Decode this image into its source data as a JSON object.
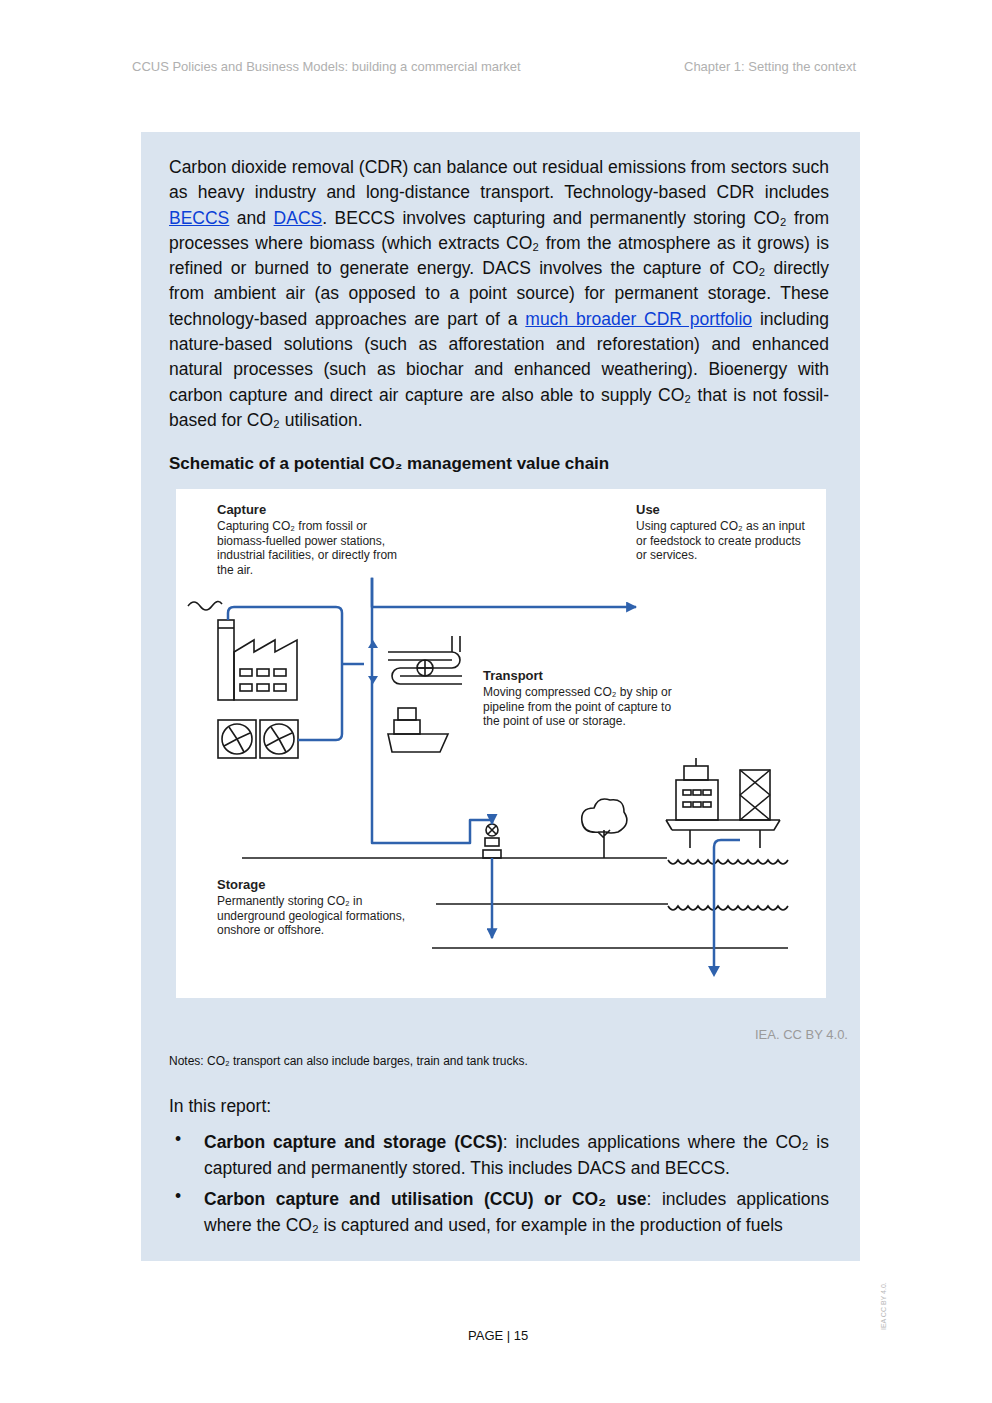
{
  "diagram": {
    "title": "Schematic of a potential CO₂ management value chain",
    "nodes": [
      {
        "text": [
          "Capture",
          "Capturing CO₂ from fossil or biomass-fuelled power stations, industrial facilities, or directly from the air."
        ]
      },
      {
        "text": [
          "Use",
          "Using captured CO₂ as an input or feedstock to create products or services."
        ]
      },
      {
        "text": [
          "Transport",
          "Moving compressed CO₂ by ship or pipeline from the point of capture to the point of use or storage."
        ]
      },
      {
        "text": [
          "Storage",
          "Permanently storing CO₂ in underground geological formations, onshore or offshore."
        ]
      }
    ],
    "edges": [
      {
        "from": 0,
        "to": 1,
        "arrow": "to"
      },
      {
        "from": 0,
        "to": 3,
        "arrow": "to"
      }
    ],
    "labels": [
      "CCUS Policies and Business Models: building a commercial market",
      "Chapter 1: Setting the context",
      "Carbon dioxide removal (CDR) can balance out residual emissions from sectors such as heavy industry and long-distance transport. Technology-based CDR includes",
      "BECCS",
      "and",
      "DACS",
      ". BECCS involves capturing and permanently storing CO₂ from processes where biomass (which extracts CO₂ from the atmosphere as it grows) is refined or burned to generate energy. DACS involves the capture of CO₂ directly from ambient air (as opposed to a point source) for permanent storage. These technology-based approaches are part of a",
      "much broader CDR portfolio",
      "including nature-based solutions (such as afforestation and reforestation) and enhanced natural processes (such as biochar and enhanced weathering). Bioenergy with carbon capture and direct air capture are also able to supply CO₂ that is not fossil-based for CO₂ utilisation.",
      "IEA. CC BY 4.0.",
      "Notes: CO₂ transport can also include barges, train and tank trucks.",
      "In this report:",
      "•",
      "Carbon capture and storage (CCS)",
      ": includes applications where the CO₂ is captured and permanently stored. This includes DACS and BECCS.",
      "•",
      "Carbon capture and utilisation (CCU) or CO₂ use",
      ": includes applications where the CO₂ is captured and used, for example in the production of fuels",
      "PAGE | 15",
      "IEA CC BY 4.0."
    ]
  }
}
